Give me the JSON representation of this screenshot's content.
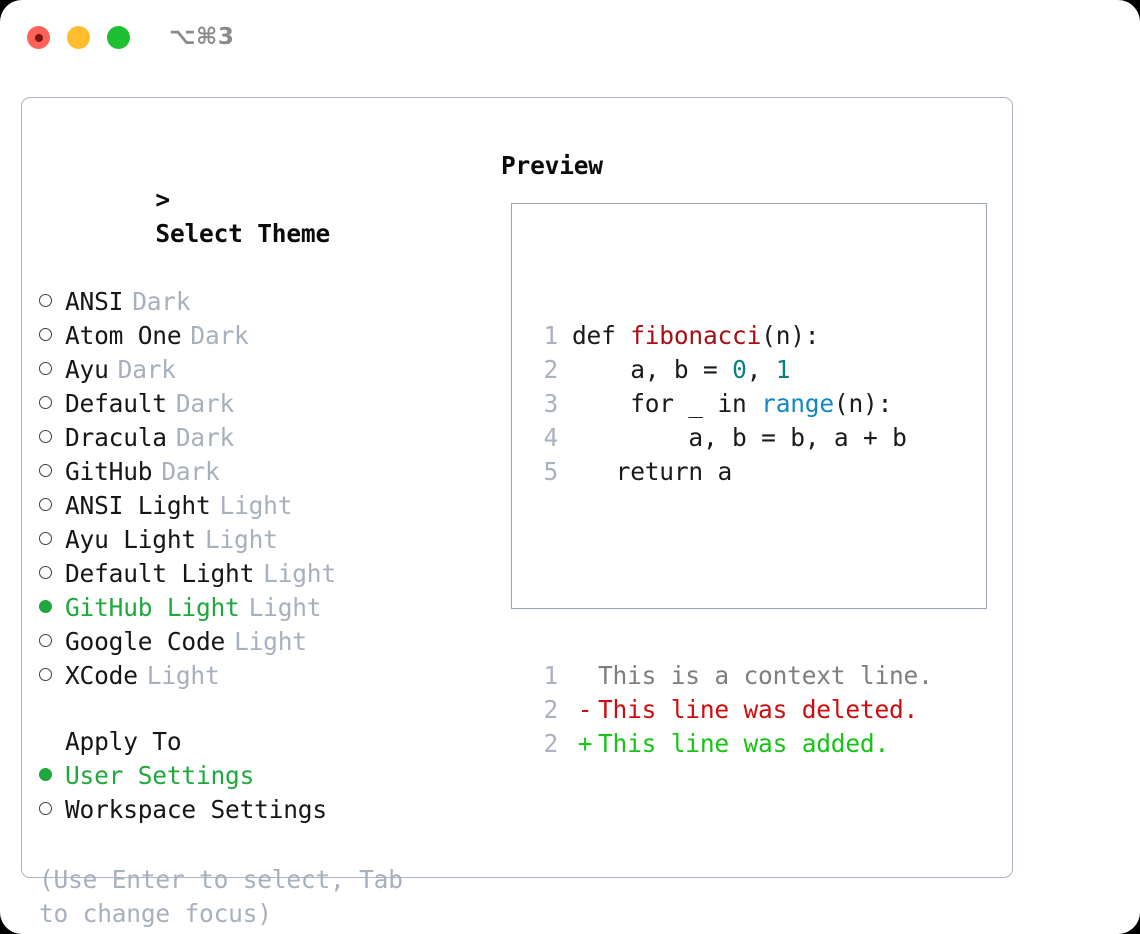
{
  "titlebar": {
    "shortcut": "⌥⌘3",
    "lights": [
      "close",
      "minimize",
      "zoom"
    ]
  },
  "theme_picker": {
    "header": "Select Theme",
    "header_prefix": ">",
    "items": [
      {
        "name": "ANSI",
        "variant": "Dark",
        "selected": false
      },
      {
        "name": "Atom One",
        "variant": "Dark",
        "selected": false
      },
      {
        "name": "Ayu",
        "variant": "Dark",
        "selected": false
      },
      {
        "name": "Default",
        "variant": "Dark",
        "selected": false
      },
      {
        "name": "Dracula",
        "variant": "Dark",
        "selected": false
      },
      {
        "name": "GitHub",
        "variant": "Dark",
        "selected": false
      },
      {
        "name": "ANSI Light",
        "variant": "Light",
        "selected": false
      },
      {
        "name": "Ayu Light",
        "variant": "Light",
        "selected": false
      },
      {
        "name": "Default Light",
        "variant": "Light",
        "selected": false
      },
      {
        "name": "GitHub Light",
        "variant": "Light",
        "selected": true
      },
      {
        "name": "Google Code",
        "variant": "Light",
        "selected": false
      },
      {
        "name": "XCode",
        "variant": "Light",
        "selected": false
      }
    ]
  },
  "apply_to": {
    "header": "Apply To",
    "options": [
      {
        "label": "User Settings",
        "selected": true
      },
      {
        "label": "Workspace Settings",
        "selected": false
      }
    ]
  },
  "hint": "(Use Enter to select, Tab to change focus)",
  "preview": {
    "title": "Preview",
    "code_lines": [
      {
        "no": "1",
        "tokens": [
          {
            "t": "def ",
            "c": "plain"
          },
          {
            "t": "fibonacci",
            "c": "func"
          },
          {
            "t": "(n):",
            "c": "plain"
          }
        ]
      },
      {
        "no": "2",
        "tokens": [
          {
            "t": "    a, b = ",
            "c": "plain"
          },
          {
            "t": "0",
            "c": "num"
          },
          {
            "t": ", ",
            "c": "plain"
          },
          {
            "t": "1",
            "c": "num"
          }
        ]
      },
      {
        "no": "3",
        "tokens": [
          {
            "t": "    for _ in ",
            "c": "plain"
          },
          {
            "t": "range",
            "c": "builtin"
          },
          {
            "t": "(n):",
            "c": "plain"
          }
        ]
      },
      {
        "no": "4",
        "tokens": [
          {
            "t": "        a, b = b, a + b",
            "c": "plain"
          }
        ]
      },
      {
        "no": "5",
        "tokens": [
          {
            "t": "   return a",
            "c": "plain"
          }
        ]
      }
    ],
    "diff_lines": [
      {
        "no": "1",
        "mark": "",
        "text": "This is a context line.",
        "kind": "ctx"
      },
      {
        "no": "2",
        "mark": "-",
        "text": "This line was deleted.",
        "kind": "del"
      },
      {
        "no": "2",
        "mark": "+",
        "text": "This line was added.",
        "kind": "add"
      }
    ]
  },
  "colors": {
    "accent_green": "#1fa83c",
    "muted": "#a7b0bd",
    "diff_add": "#15c415",
    "diff_del": "#cc0d0d",
    "func": "#a80f15",
    "number": "#0d7f7d",
    "builtin": "#1386c4",
    "panel_border": "#aab4c2"
  }
}
